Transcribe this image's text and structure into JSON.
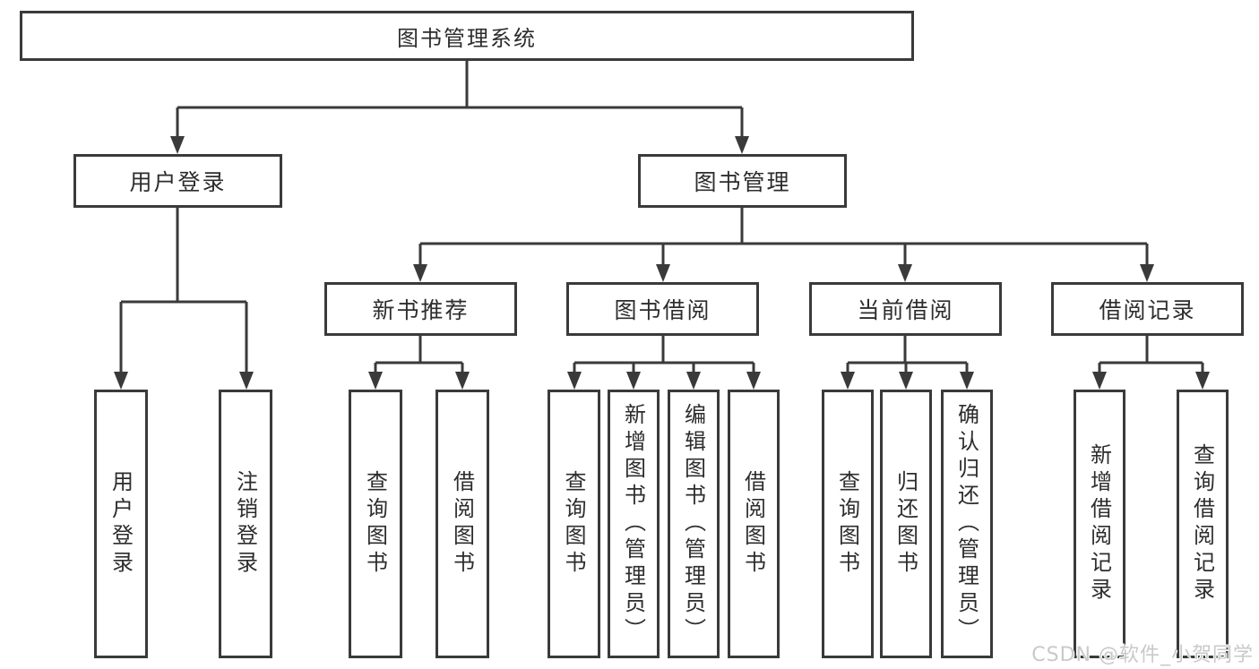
{
  "tree": {
    "root": "图书管理系统",
    "user_login": {
      "label": "用户登录",
      "children": [
        "用户登录",
        "注销登录"
      ]
    },
    "book_management": {
      "label": "图书管理",
      "categories": [
        {
          "label": "新书推荐",
          "children": [
            "查询图书",
            "借阅图书"
          ]
        },
        {
          "label": "图书借阅",
          "children": [
            "查询图书",
            "新增图书（管理员）",
            "编辑图书（管理员）",
            "借阅图书"
          ]
        },
        {
          "label": "当前借阅",
          "children": [
            "查询图书",
            "归还图书",
            "确认归还（管理员）"
          ]
        },
        {
          "label": "借阅记录",
          "children": [
            "新增借阅记录",
            "查询借阅记录"
          ]
        }
      ]
    }
  },
  "watermark": "CSDN @软件_小贺同学",
  "colors": {
    "line": "#3a3a3a",
    "text": "#2d2d2d",
    "watermark": "#c9c9c9",
    "background": "#ffffff"
  }
}
